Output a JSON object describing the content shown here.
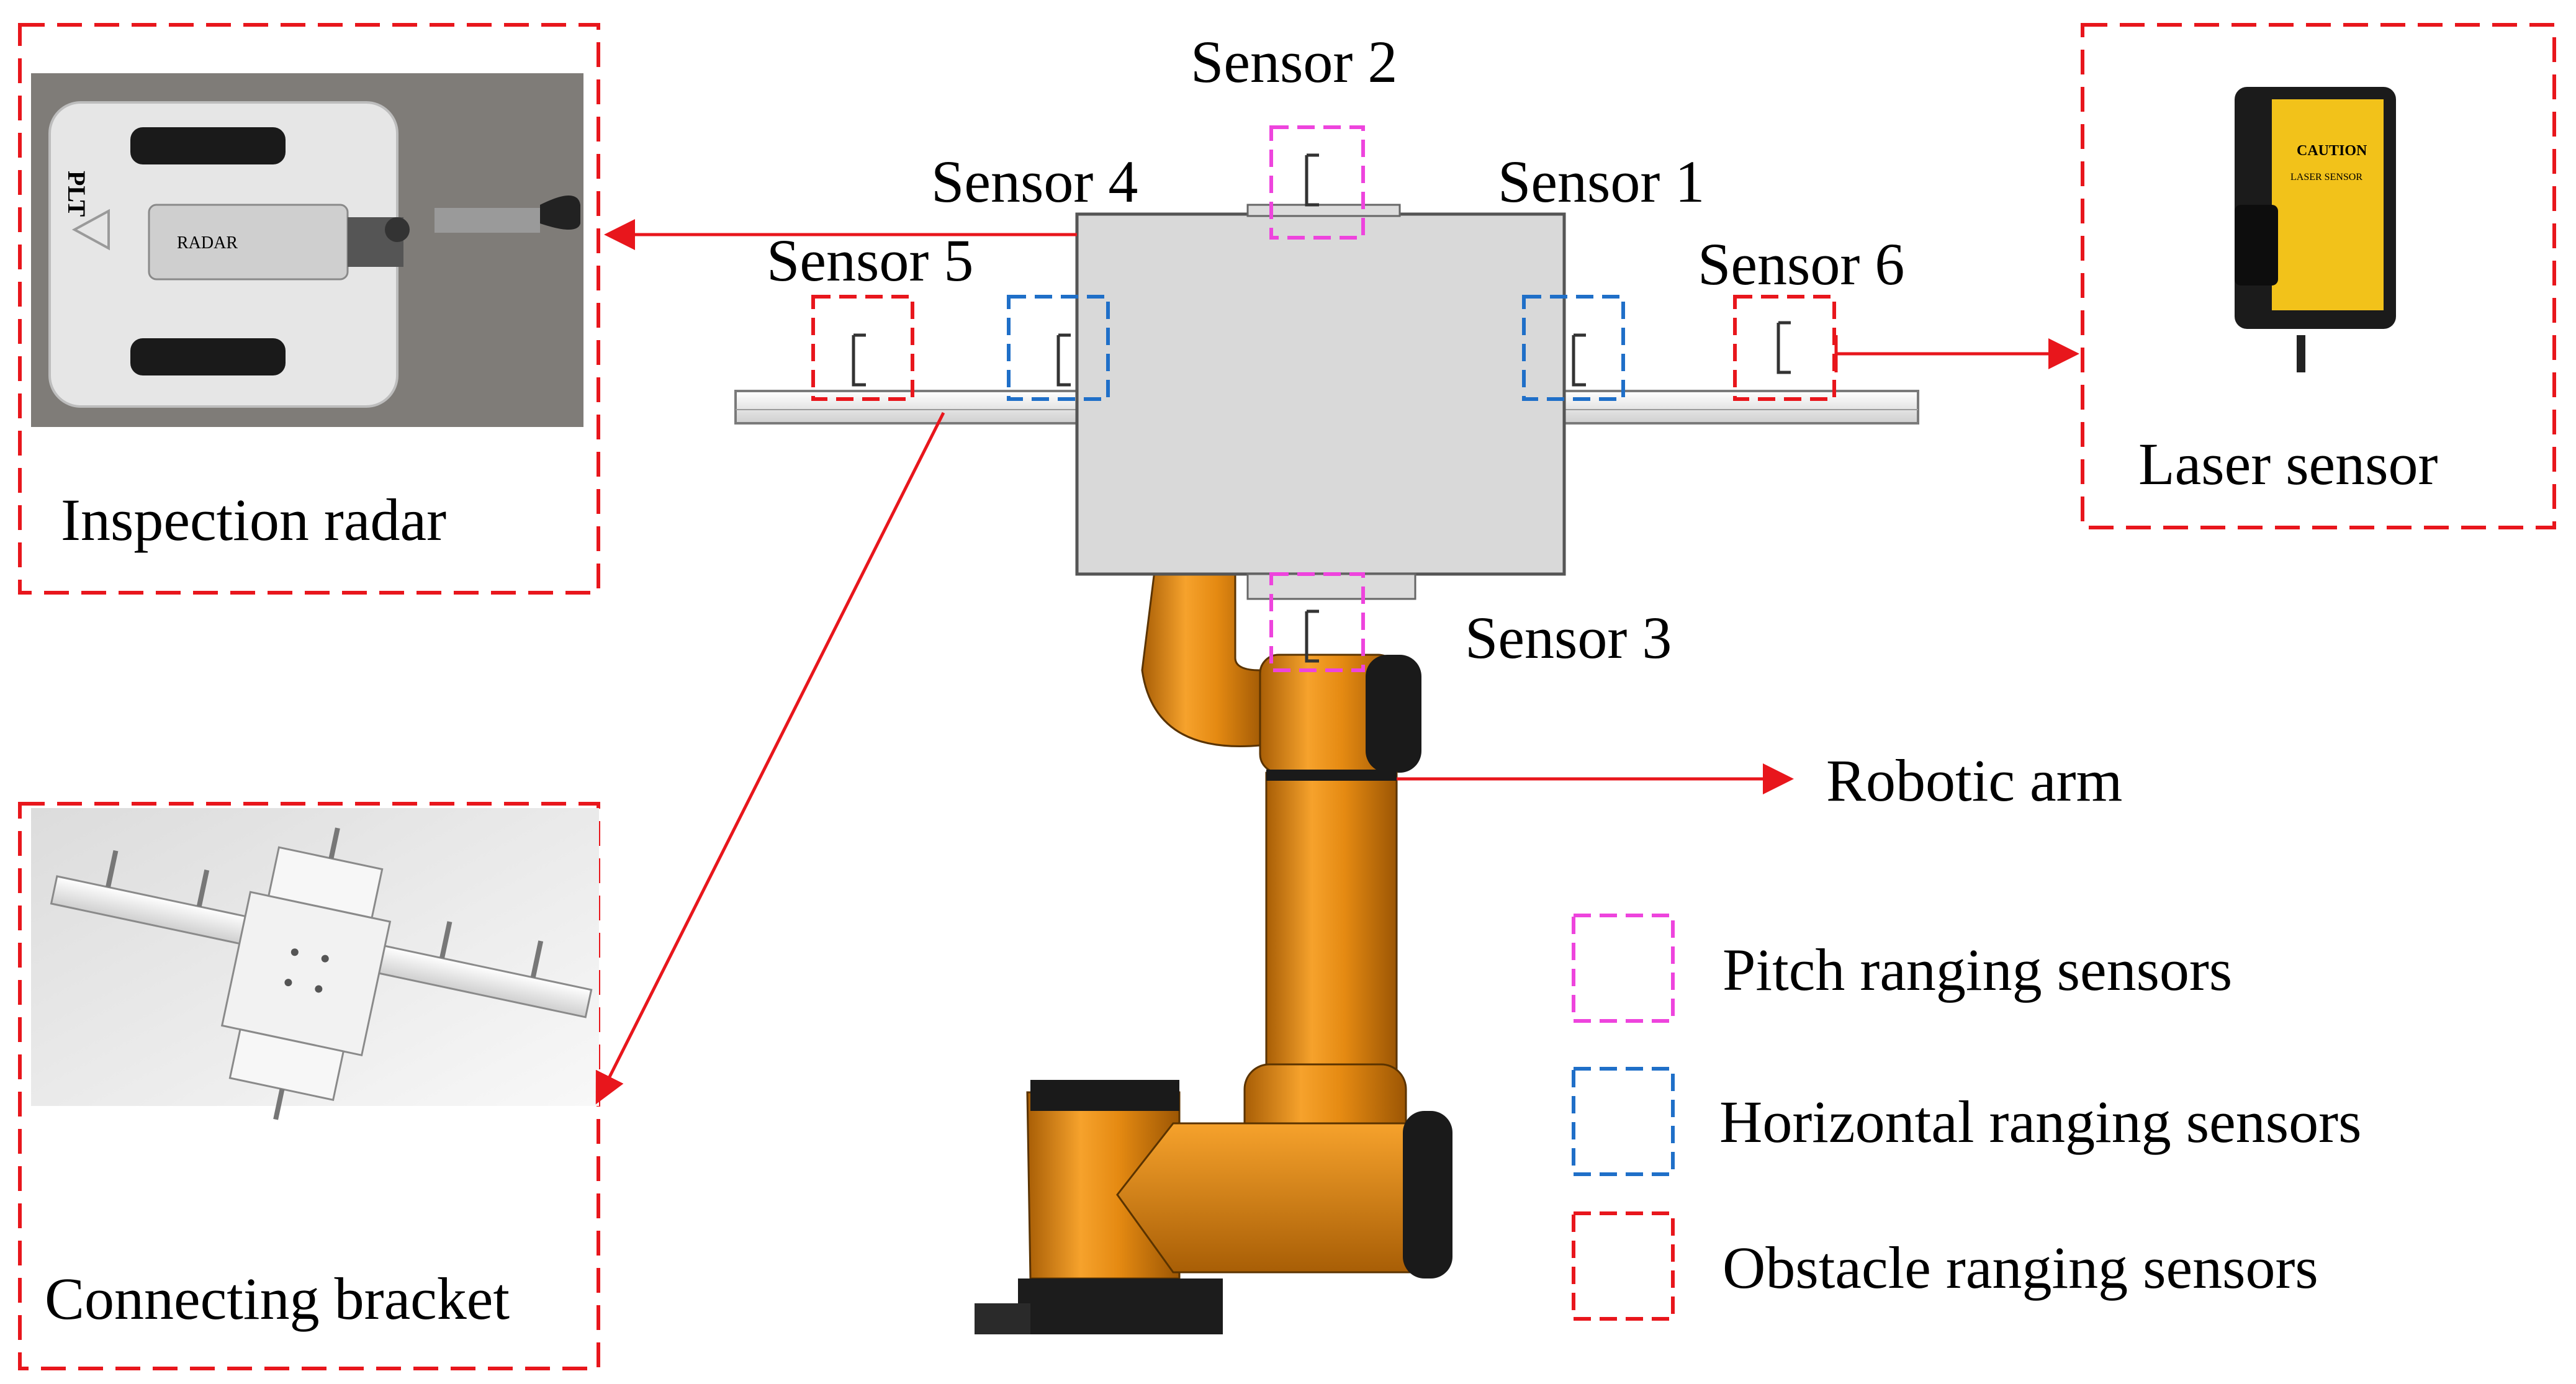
{
  "colors": {
    "pitch": "#ee44dd",
    "horizontal": "#1f6fc8",
    "obstacle": "#e8161c",
    "arrow": "#e8161c",
    "arm_orange": "#e58a12",
    "arm_dark": "#1a1a1a",
    "box_fill": "#d9d9d9"
  },
  "labels": {
    "sensor1": "Sensor 1",
    "sensor2": "Sensor 2",
    "sensor3": "Sensor 3",
    "sensor4": "Sensor 4",
    "sensor5": "Sensor 5",
    "sensor6": "Sensor 6",
    "inspection_radar": "Inspection radar",
    "laser_sensor": "Laser sensor",
    "connecting_bracket": "Connecting bracket",
    "robotic_arm": "Robotic arm"
  },
  "legend": [
    {
      "label": "Pitch ranging sensors",
      "color_key": "pitch"
    },
    {
      "label": "Horizontal ranging sensors",
      "color_key": "horizontal"
    },
    {
      "label": "Obstacle ranging sensors",
      "color_key": "obstacle"
    }
  ],
  "radar_device": {
    "brand": "PLT",
    "model": "RADAR"
  },
  "laser_device": {
    "caution": "CAUTION",
    "type": "LASER SENSOR"
  },
  "icons": {
    "radar": "inspection-radar-photo",
    "laser": "laser-sensor-photo",
    "bracket": "bracket-render",
    "arm": "robotic-arm-render"
  }
}
